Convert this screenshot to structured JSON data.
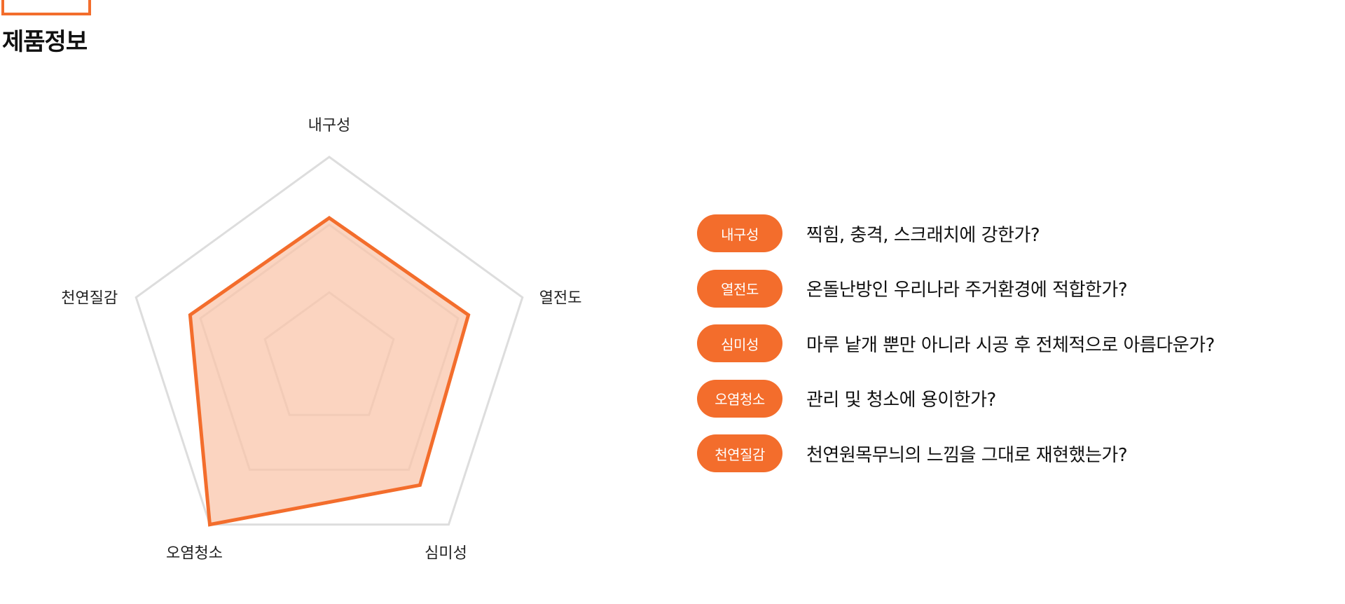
{
  "header": {
    "title": "제품정보"
  },
  "colors": {
    "accent": "#f36d2c",
    "fill": "#f9c3a8",
    "grid": "#dddddd"
  },
  "chart_data": {
    "type": "radar",
    "title": "",
    "axes": [
      "내구성",
      "열전도",
      "심미성",
      "오염청소",
      "천연질감"
    ],
    "levels": 3,
    "max": 5,
    "grid": true,
    "series": [
      {
        "values": [
          3.5,
          3.6,
          3.8,
          5.0,
          3.6
        ]
      }
    ]
  },
  "legend": [
    {
      "badge": "내구성",
      "text": "찍힘, 충격, 스크래치에 강한가?"
    },
    {
      "badge": "열전도",
      "text": "온돌난방인 우리나라 주거환경에 적합한가?"
    },
    {
      "badge": "심미성",
      "text": "마루 낱개 뿐만 아니라 시공 후 전체적으로 아름다운가?"
    },
    {
      "badge": "오염청소",
      "text": "관리 및 청소에 용이한가?"
    },
    {
      "badge": "천연질감",
      "text": "천연원목무늬의 느낌을 그대로 재현했는가?"
    }
  ]
}
